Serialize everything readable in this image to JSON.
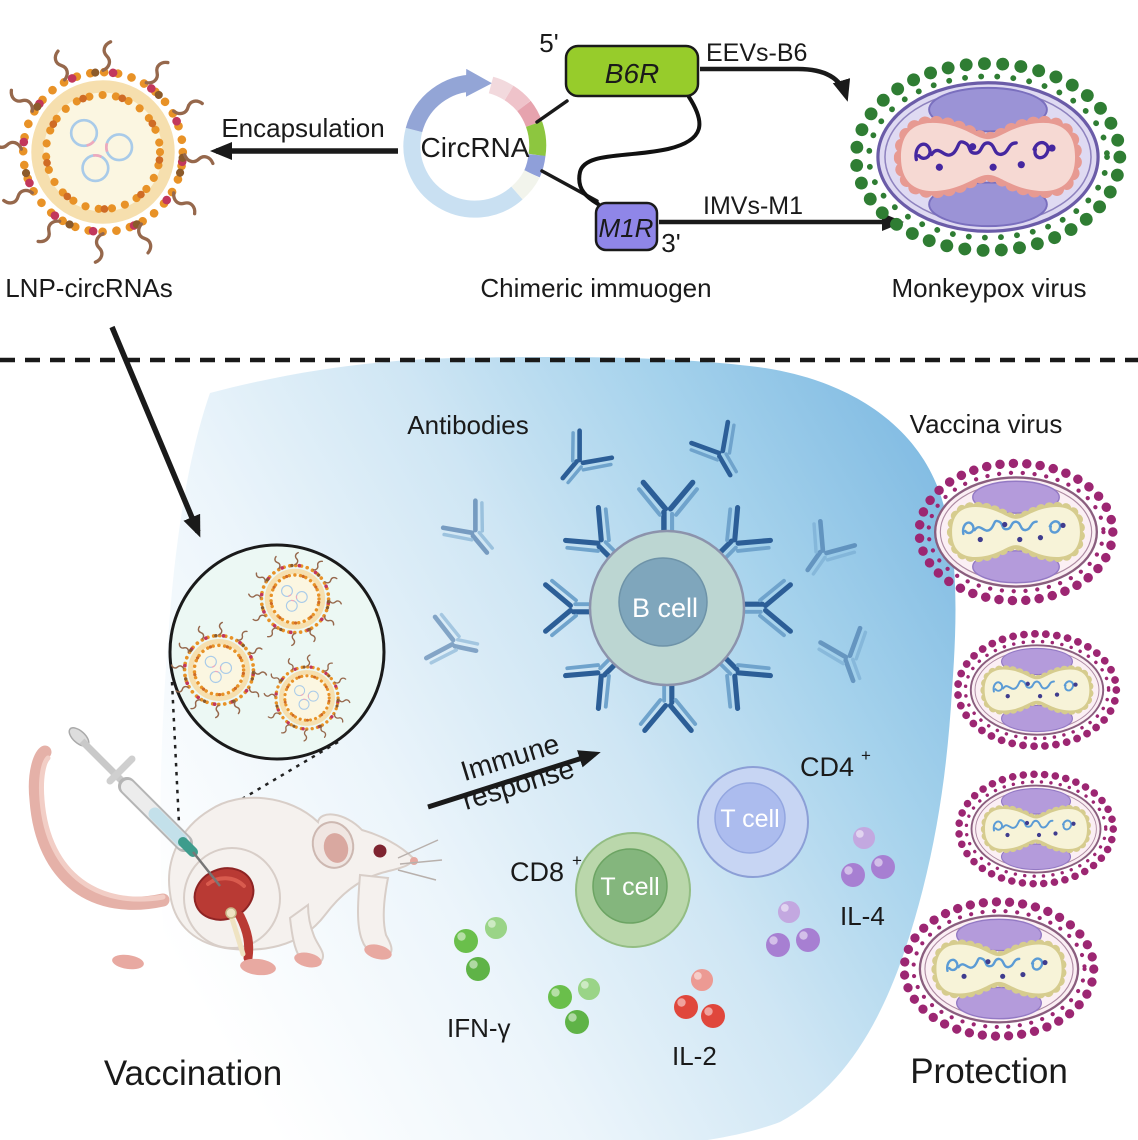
{
  "figure": {
    "top_row": {
      "lnp_label": "LNP-circRNAs",
      "encapsulation_arrow_label": "Encapsulation",
      "plasmid_label": "CircRNA",
      "five_prime_label": "5'",
      "three_prime_label": "3'",
      "gene_b6r_label": "B6R",
      "gene_m1r_label": "M1R",
      "eevs_arrow_label": "EEVs-B6",
      "imvs_arrow_label": "IMVs-M1",
      "chimeric_caption": "Chimeric immuogen",
      "monkeypox_caption": "Monkeypox virus"
    },
    "bottom_row": {
      "antibodies_label": "Antibodies",
      "b_cell_label": "B cell",
      "immune_response_line1": "Immune",
      "immune_response_line2": "response",
      "cd8_label": "CD8",
      "cd8_sup": "+",
      "cd4_label": "CD4",
      "cd4_sup": "+",
      "t_cell_cd8_label": "T cell",
      "t_cell_cd4_label": "T cell",
      "ifn_gamma_label": "IFN-γ",
      "il2_label": "IL-2",
      "il4_label": "IL-4",
      "vaccina_caption": "Vaccina virus",
      "vaccination_caption": "Vaccination",
      "protection_caption": "Protection"
    },
    "colors": {
      "b6r_green": "#97CC2B",
      "m1r_purple": "#8F86E8",
      "monkeypox_spike_green": "#2F7D33",
      "vaccinia_spike_magenta": "#9C2672",
      "antibody_blue": "#2C5E97",
      "ifn_green": "#6ABF4B",
      "il2_red": "#E0473C",
      "il4_purple": "#A77FD2",
      "immune_gradient_blue": "#7CB8E1",
      "lnp_orange": "#E89227"
    }
  }
}
